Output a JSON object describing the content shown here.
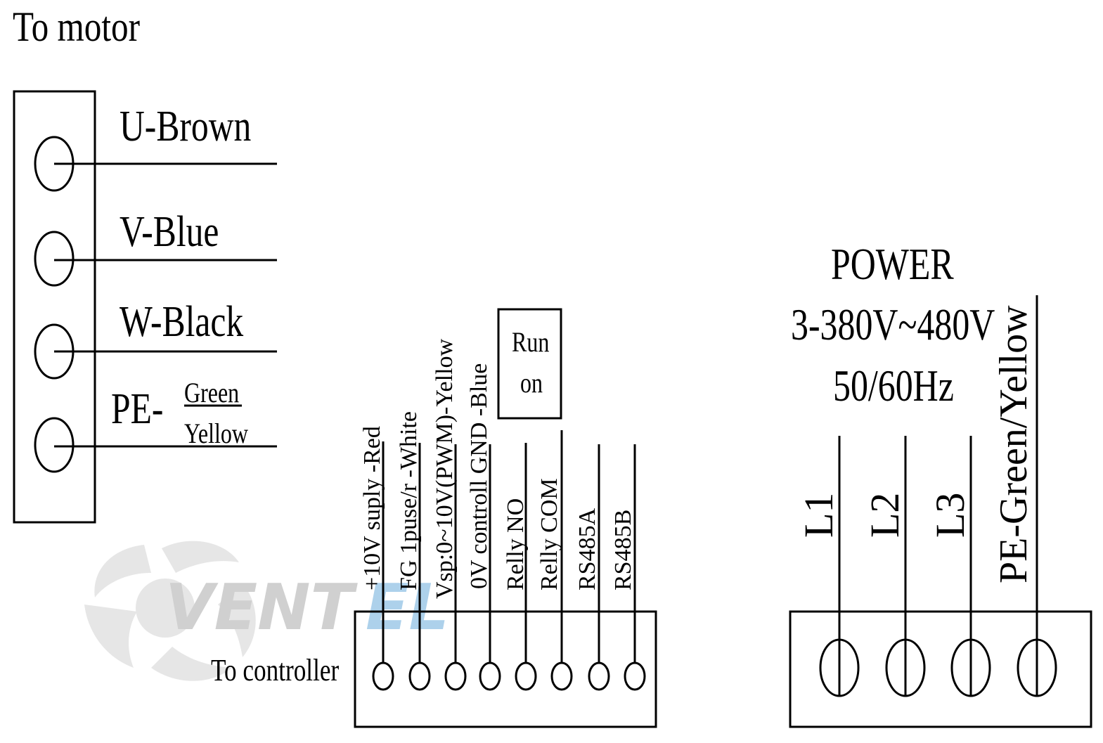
{
  "watermark": {
    "text_main": "VENT",
    "text_accent": "EL",
    "color_main": "#c8c8c8",
    "color_accent": "#9fc9e8"
  },
  "motor": {
    "title": "To motor",
    "terminals": [
      {
        "label": "U-Brown"
      },
      {
        "label": "V-Blue"
      },
      {
        "label": "W-Black"
      },
      {
        "label": "PE-",
        "sub_top": "Green",
        "sub_bottom": "Yellow"
      }
    ]
  },
  "controller": {
    "label": "To controller",
    "run_on_line1": "Run",
    "run_on_line2": "on",
    "terminals": [
      {
        "label": "+10V suply -Red"
      },
      {
        "label": "FG 1puse/r -White"
      },
      {
        "label": "Vsp:0~10V(PWM)-Yellow"
      },
      {
        "label": "0V controll GND -Blue"
      },
      {
        "label": "Relly NO"
      },
      {
        "label": "Relly COM"
      },
      {
        "label": "RS485A"
      },
      {
        "label": "RS485B"
      }
    ]
  },
  "power": {
    "title": "POWER",
    "voltage": "3-380V~480V",
    "frequency": "50/60Hz",
    "terminals": [
      {
        "label": "L1"
      },
      {
        "label": "L2"
      },
      {
        "label": "L3"
      },
      {
        "label": "PE-Green/Yellow"
      }
    ]
  }
}
